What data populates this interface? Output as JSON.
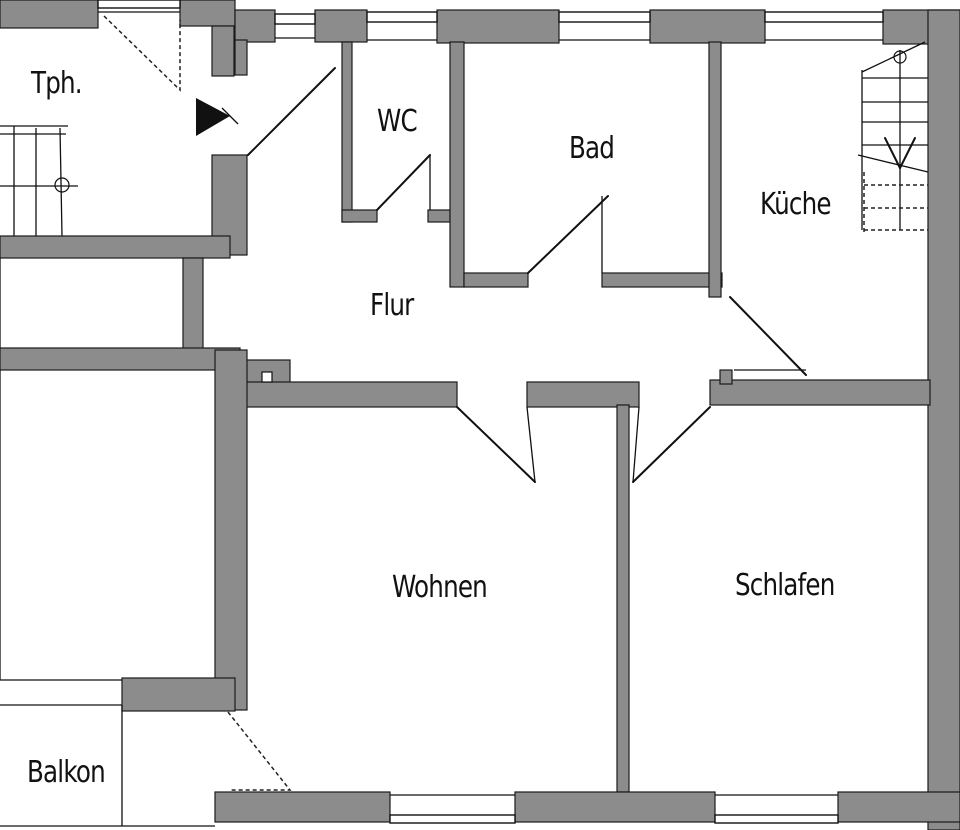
{
  "diagram": {
    "type": "floor_plan",
    "colors": {
      "wall": "#8c8c8c",
      "background": "#ffffff",
      "line": "#111111"
    },
    "rooms": [
      {
        "id": "tph",
        "label": "Tph."
      },
      {
        "id": "wc",
        "label": "WC"
      },
      {
        "id": "bad",
        "label": "Bad"
      },
      {
        "id": "kueche",
        "label": "Küche"
      },
      {
        "id": "flur",
        "label": "Flur"
      },
      {
        "id": "wohnen",
        "label": "Wohnen"
      },
      {
        "id": "schlafen",
        "label": "Schlafen"
      },
      {
        "id": "balkon",
        "label": "Balkon"
      }
    ],
    "symbols": [
      {
        "id": "entrance-arrow",
        "meaning": "entrance"
      },
      {
        "id": "staircase-left",
        "meaning": "stairs"
      },
      {
        "id": "staircase-kitchen",
        "meaning": "stairs"
      }
    ]
  }
}
